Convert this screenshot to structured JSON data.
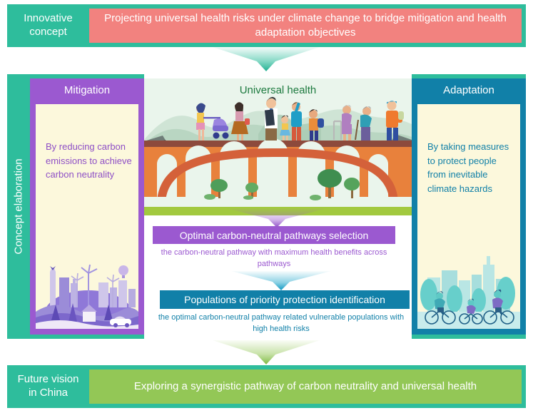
{
  "sections": {
    "innovative_concept": {
      "label": "Innovative\nconcept",
      "label_line1": "Innovative",
      "label_line2": "concept",
      "message": "Projecting universal health risks under climate change to bridge mitigation and health adaptation objectives",
      "label_color": "#2ebd9c",
      "message_bg": "#f2827f"
    },
    "concept_elaboration": {
      "label": "Concept elaboration",
      "bg_color": "#2ebd9c"
    },
    "future_vision": {
      "label_line1": "Future vision",
      "label_line2": "in China",
      "message": "Exploring a synergistic pathway of carbon neutrality and universal health",
      "label_color": "#2ebd9c",
      "message_bg": "#93c756"
    }
  },
  "mitigation": {
    "title": "Mitigation",
    "body_text": "By reducing carbon emissions to achieve carbon neutrality",
    "accent_color": "#9b59d0",
    "panel_bg": "#fcf8dc",
    "illustration": "green-city-wind-turbines-illustration"
  },
  "adaptation": {
    "title": "Adaptation",
    "body_text": "By taking measures to protect people from inevitable climate hazards",
    "accent_color": "#1180a8",
    "panel_bg": "#fcf8dc",
    "illustration": "city-cyclists-illustration"
  },
  "center": {
    "universal_health_title": "Universal health",
    "universal_health_title_color": "#1d7a3f",
    "illustration": "bridge-with-diverse-people-illustration",
    "flow": [
      {
        "box_label": "Optimal carbon-neutral pathways selection",
        "caption": "the carbon-neutral pathway with maximum health benefits across pathways",
        "color": "#9b59d0"
      },
      {
        "box_label": "Populations of priority protection identification",
        "caption": "the optimal carbon-neutral pathway related vulnerable populations with high health risks",
        "color": "#1180a8"
      }
    ]
  },
  "arrows": {
    "top": {
      "name": "funnel-arrow-down-teal",
      "color": "#2ebd9c"
    },
    "middle_purple": {
      "name": "funnel-arrow-down-purple",
      "color": "#9b59d0"
    },
    "middle_blue": {
      "name": "funnel-arrow-down-blue",
      "color": "#17a3c9"
    },
    "bottom": {
      "name": "funnel-arrow-down-green",
      "color": "#93c756"
    }
  }
}
